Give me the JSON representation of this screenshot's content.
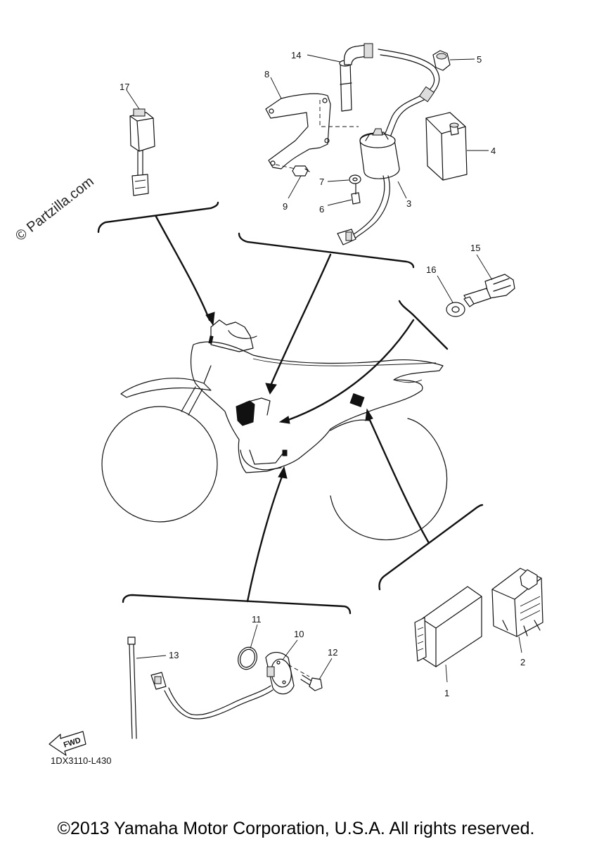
{
  "watermark": "© Partzilla.com",
  "diagram_code": "1DX3110-L430",
  "fwd_label": "FWD",
  "copyright": "©2013 Yamaha Motor Corporation, U.S.A. All rights reserved.",
  "callouts": [
    {
      "id": "1",
      "label": "1"
    },
    {
      "id": "2",
      "label": "2"
    },
    {
      "id": "3",
      "label": "3"
    },
    {
      "id": "4",
      "label": "4"
    },
    {
      "id": "5",
      "label": "5"
    },
    {
      "id": "6",
      "label": "6"
    },
    {
      "id": "7",
      "label": "7"
    },
    {
      "id": "8",
      "label": "8"
    },
    {
      "id": "9",
      "label": "9"
    },
    {
      "id": "10",
      "label": "10"
    },
    {
      "id": "11",
      "label": "11"
    },
    {
      "id": "12",
      "label": "12"
    },
    {
      "id": "13",
      "label": "13"
    },
    {
      "id": "14",
      "label": "14"
    },
    {
      "id": "15",
      "label": "15"
    },
    {
      "id": "16",
      "label": "16"
    },
    {
      "id": "17",
      "label": "17"
    }
  ]
}
